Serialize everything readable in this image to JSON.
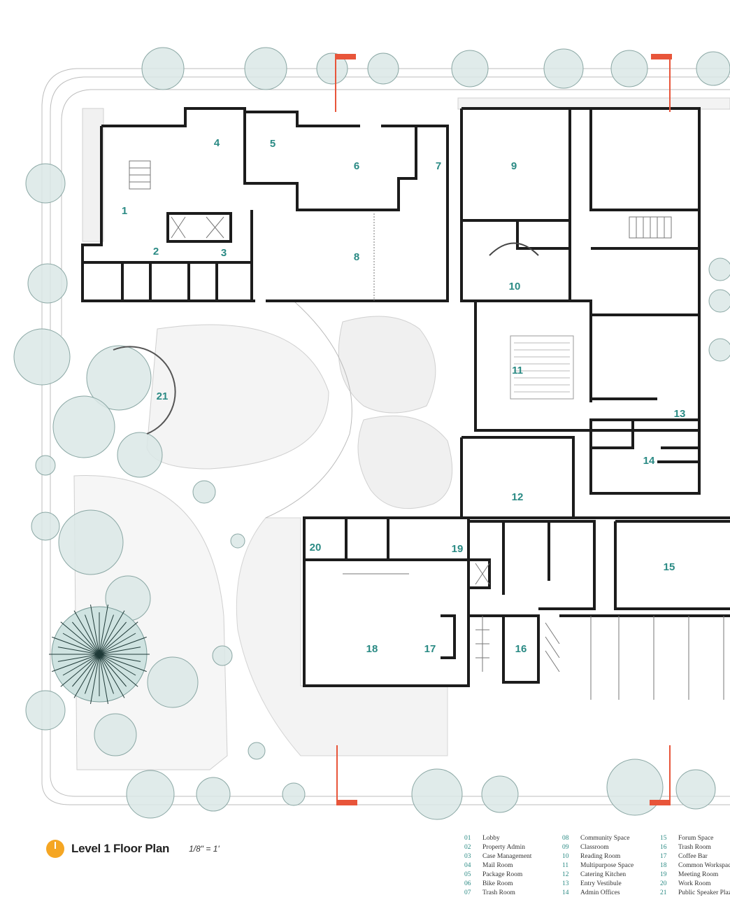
{
  "plan": {
    "title": "Level 1 Floor Plan",
    "scale": "1/8\" = 1'"
  },
  "colors": {
    "accent_teal": "#2a8a84",
    "compass_orange": "#f5a623",
    "section_red": "#e8553a",
    "tree_fill": "#dbe8e6"
  },
  "rooms": [
    {
      "num": "1",
      "name": "Lobby"
    },
    {
      "num": "2",
      "name": "Property Admin"
    },
    {
      "num": "3",
      "name": "Case Management"
    },
    {
      "num": "4",
      "name": "Mail Room"
    },
    {
      "num": "5",
      "name": "Package Room"
    },
    {
      "num": "6",
      "name": "Bike Room"
    },
    {
      "num": "7",
      "name": "Trash Room"
    },
    {
      "num": "8",
      "name": "Community Space"
    },
    {
      "num": "9",
      "name": "Classroom"
    },
    {
      "num": "10",
      "name": "Reading Room"
    },
    {
      "num": "11",
      "name": "Multipurpose Space"
    },
    {
      "num": "12",
      "name": "Catering Kitchen"
    },
    {
      "num": "13",
      "name": "Entry Vestibule"
    },
    {
      "num": "14",
      "name": "Admin Offices"
    },
    {
      "num": "15",
      "name": "Forum Space"
    },
    {
      "num": "16",
      "name": "Trash Room"
    },
    {
      "num": "17",
      "name": "Coffee Bar"
    },
    {
      "num": "18",
      "name": "Common Workspace"
    },
    {
      "num": "19",
      "name": "Meeting Room"
    },
    {
      "num": "20",
      "name": "Work Room"
    },
    {
      "num": "21",
      "name": "Public Speaker Plaza"
    }
  ],
  "legend": {
    "col1": [
      {
        "num": "01",
        "name": "Lobby"
      },
      {
        "num": "02",
        "name": "Property Admin"
      },
      {
        "num": "03",
        "name": "Case Management"
      },
      {
        "num": "04",
        "name": "Mail Room"
      },
      {
        "num": "05",
        "name": "Package Room"
      },
      {
        "num": "06",
        "name": "Bike Room"
      },
      {
        "num": "07",
        "name": "Trash Room"
      }
    ],
    "col2": [
      {
        "num": "08",
        "name": "Community Space"
      },
      {
        "num": "09",
        "name": "Classroom"
      },
      {
        "num": "10",
        "name": "Reading Room"
      },
      {
        "num": "11",
        "name": "Multipurpose Space"
      },
      {
        "num": "12",
        "name": "Catering Kitchen"
      },
      {
        "num": "13",
        "name": "Entry Vestibule"
      },
      {
        "num": "14",
        "name": "Admin Offices"
      }
    ],
    "col3": [
      {
        "num": "15",
        "name": "Forum Space"
      },
      {
        "num": "16",
        "name": "Trash Room"
      },
      {
        "num": "17",
        "name": "Coffee Bar"
      },
      {
        "num": "18",
        "name": "Common Workspace"
      },
      {
        "num": "19",
        "name": "Meeting Room"
      },
      {
        "num": "20",
        "name": "Work Room"
      },
      {
        "num": "21",
        "name": "Public Speaker Plaza"
      }
    ],
    "swatch_colors": [
      "#ffffff",
      "#e6e6e6",
      "#d6d6d6",
      "#f2f2f2",
      "#ececec"
    ]
  }
}
